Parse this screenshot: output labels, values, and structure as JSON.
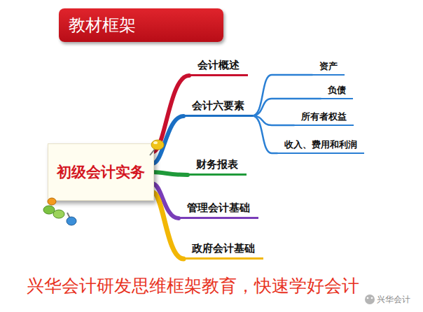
{
  "diagram": {
    "title": "教材框架",
    "caption": "兴华会计研发思维框架教育，快速学好会计",
    "nodes": [
      {
        "text": [
          "初级会计实务"
        ]
      },
      {
        "text": [
          "会计概述"
        ]
      },
      {
        "text": [
          "会计六要素"
        ]
      },
      {
        "text": [
          "资产"
        ]
      },
      {
        "text": [
          "负债"
        ]
      },
      {
        "text": [
          "所有者权益"
        ]
      },
      {
        "text": [
          "收入、费用和利润"
        ]
      },
      {
        "text": [
          "财务报表"
        ]
      },
      {
        "text": [
          "管理会计基础"
        ]
      },
      {
        "text": [
          "政府会计基础"
        ]
      }
    ],
    "edges": [
      {
        "from": 0,
        "to": 1,
        "arrow": "none"
      },
      {
        "from": 0,
        "to": 2,
        "arrow": "none"
      },
      {
        "from": 2,
        "to": 3,
        "arrow": "none"
      },
      {
        "from": 2,
        "to": 4,
        "arrow": "none"
      },
      {
        "from": 2,
        "to": 5,
        "arrow": "none"
      },
      {
        "from": 2,
        "to": 6,
        "arrow": "none"
      },
      {
        "from": 0,
        "to": 7,
        "arrow": "none"
      },
      {
        "from": 0,
        "to": 8,
        "arrow": "none"
      },
      {
        "from": 0,
        "to": 9,
        "arrow": "none"
      }
    ],
    "labels": [
      "兴华会计"
    ]
  }
}
